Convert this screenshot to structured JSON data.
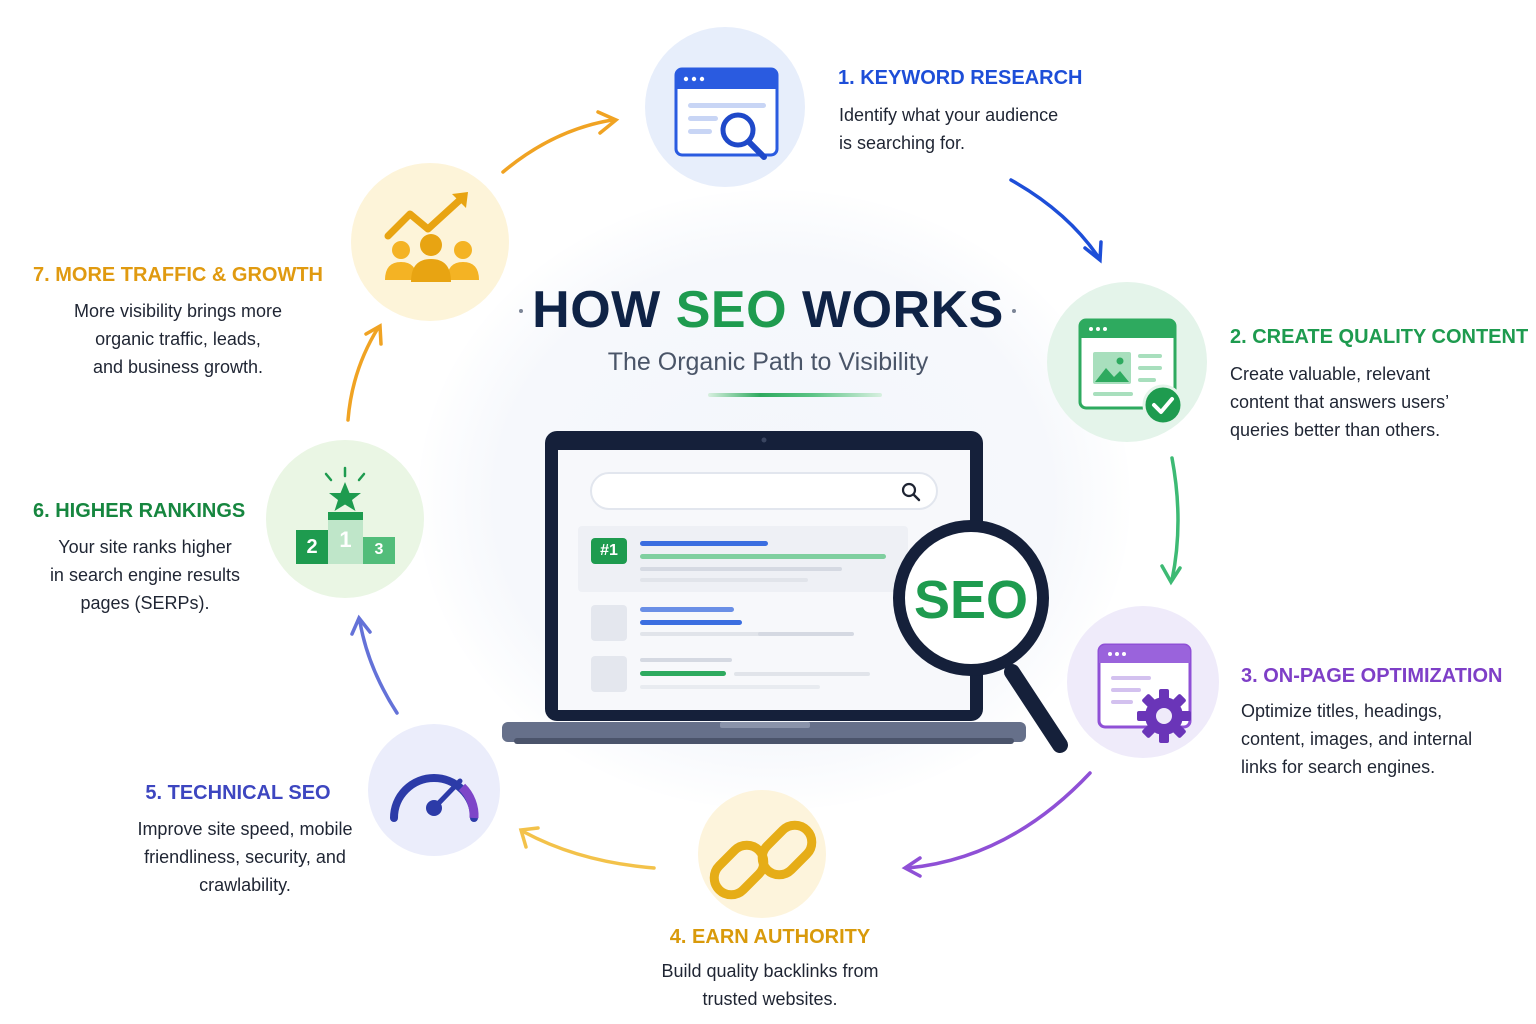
{
  "header": {
    "title_part1": "HOW",
    "title_accent": "SEO",
    "title_part2": "WORKS",
    "subtitle": "The Organic Path to Visibility"
  },
  "laptop": {
    "rank_badge": "#1",
    "lens_text": "SEO"
  },
  "podium": {
    "first": "1",
    "second": "2",
    "third": "3"
  },
  "steps": [
    {
      "title": "1. KEYWORD RESEARCH",
      "lines": [
        "Identify what your audience",
        "is searching for."
      ],
      "color": "#1d4ed8",
      "icon": "browser-search-icon"
    },
    {
      "title": "2. CREATE QUALITY CONTENT",
      "lines": [
        "Create valuable, relevant",
        "content that answers users’",
        "queries better than others."
      ],
      "color": "#1e9b4f",
      "icon": "content-check-icon"
    },
    {
      "title": "3. ON-PAGE OPTIMIZATION",
      "lines": [
        "Optimize titles, headings,",
        "content, images, and internal",
        "links for search engines."
      ],
      "color": "#7e3fc7",
      "icon": "page-settings-icon"
    },
    {
      "title": "4. EARN AUTHORITY",
      "lines": [
        "Build quality backlinks from",
        "trusted websites."
      ],
      "color": "#d99a0b",
      "icon": "chain-link-icon"
    },
    {
      "title": "5. TECHNICAL SEO",
      "lines": [
        "Improve site speed, mobile",
        "friendliness, security, and",
        "crawlability."
      ],
      "color": "#3d46c0",
      "icon": "speedometer-icon"
    },
    {
      "title": "6. HIGHER RANKINGS",
      "lines": [
        "Your site ranks higher",
        "in search engine results",
        "pages (SERPs)."
      ],
      "color": "#16863f",
      "icon": "podium-star-icon"
    },
    {
      "title": "7. MORE TRAFFIC & GROWTH",
      "lines": [
        "More visibility brings more",
        "organic traffic, leads,",
        "and business growth."
      ],
      "color": "#e09a10",
      "icon": "audience-growth-icon"
    }
  ]
}
